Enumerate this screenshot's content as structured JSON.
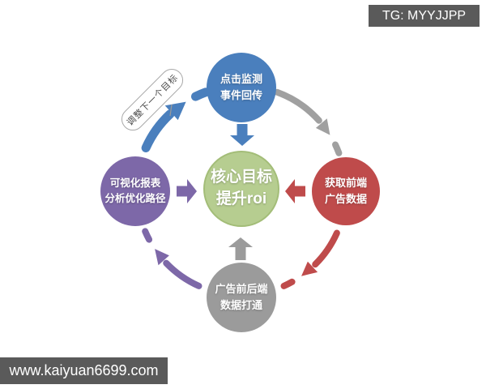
{
  "watermarks": {
    "tg": "TG: MYYJJPP",
    "site": "www.kaiyuan6699.com"
  },
  "diagram": {
    "callout": "调整下一个目标",
    "center": {
      "line1": "核心目标",
      "line2": "提升roi",
      "color": "#b6cd90",
      "border_color": "#a3bd78"
    },
    "nodes": [
      {
        "id": "click-tracking",
        "line1": "点击监测",
        "line2": "事件回传",
        "color": "#4a7fbd"
      },
      {
        "id": "get-frontend-ad-data",
        "line1": "获取前端",
        "line2": "广告数据",
        "color": "#bf4b4b"
      },
      {
        "id": "ad-data-integration",
        "line1": "广告前后端",
        "line2": "数据打通",
        "color": "#9b9b9b"
      },
      {
        "id": "visual-reports",
        "line1": "可视化报表",
        "line2": "分析优化路径",
        "color": "#7d68a8"
      }
    ],
    "arrows": {
      "ring": [
        "#a0a0a0",
        "#bf4b4b",
        "#7d68a8",
        "#4a7fbd"
      ],
      "to_center": [
        "#4a7fbd",
        "#bf4b4b",
        "#9b9b9b",
        "#7d68a8"
      ],
      "connector_color": "#9a9a9a"
    }
  }
}
